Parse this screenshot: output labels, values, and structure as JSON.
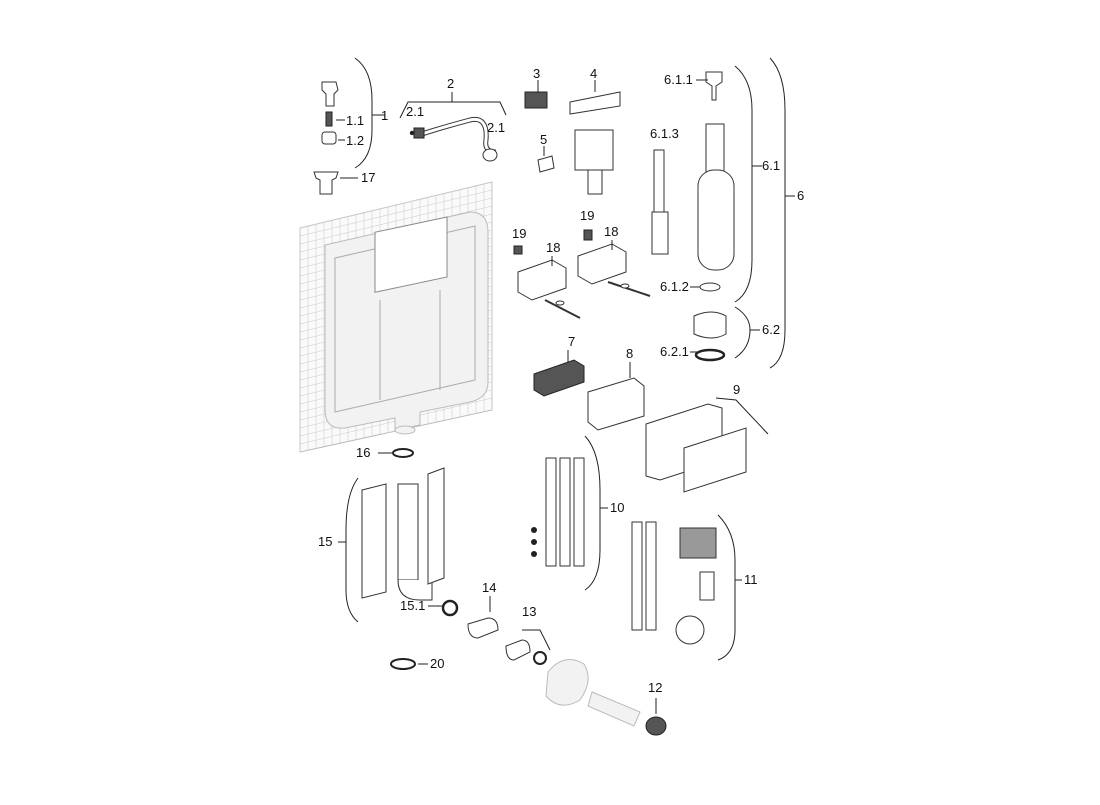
{
  "callouts": {
    "c1": "1",
    "c1_1": "1.1",
    "c1_2": "1.2",
    "c2": "2",
    "c2_1a": "2.1",
    "c2_1b": "2.1",
    "c3": "3",
    "c4": "4",
    "c5": "5",
    "c6": "6",
    "c6_1": "6.1",
    "c6_1_1": "6.1.1",
    "c6_1_2": "6.1.2",
    "c6_1_3": "6.1.3",
    "c6_2": "6.2",
    "c6_2_1": "6.2.1",
    "c7": "7",
    "c8": "8",
    "c9": "9",
    "c10": "10",
    "c11": "11",
    "c12": "12",
    "c13": "13",
    "c14": "14",
    "c15": "15",
    "c15_1": "15.1",
    "c16": "16",
    "c17": "17",
    "c18a": "18",
    "c18b": "18",
    "c19a": "19",
    "c19b": "19",
    "c20": "20"
  }
}
